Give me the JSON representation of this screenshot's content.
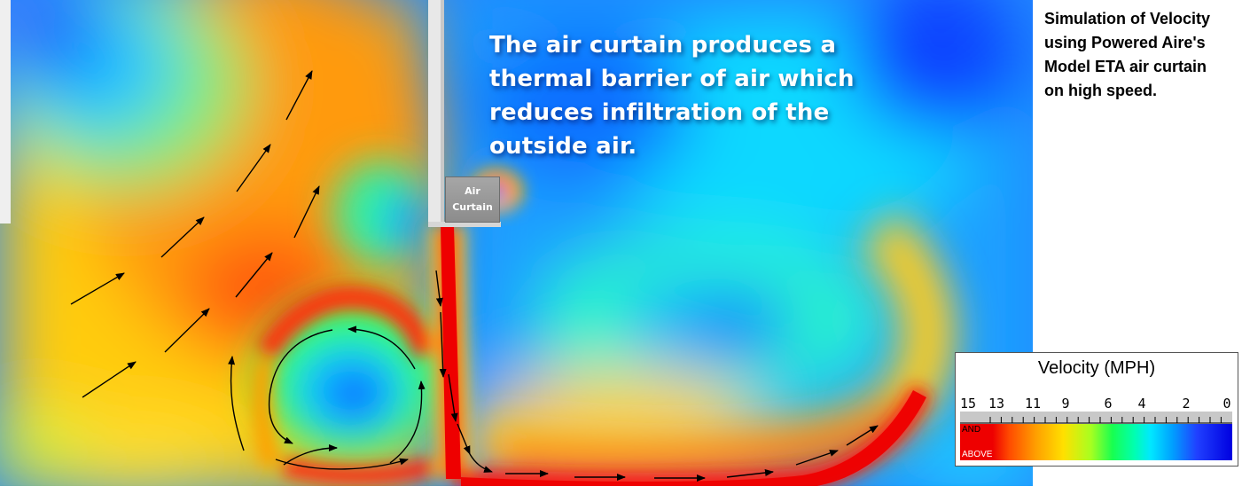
{
  "heading": "The air curtain produces a thermal barrier of air which reduces infiltration of the outside air.",
  "caption": "Simulation of Velocity using Powered Aire's Model ETA air curtain on high speed.",
  "air_curtain_label": "Air\nCurtain",
  "legend": {
    "title": "Velocity (MPH)",
    "ticks": [
      "15",
      "13",
      "11",
      "9",
      "6",
      "4",
      "2",
      "0"
    ],
    "max_label_top": "AND",
    "max_label_bottom": "ABOVE",
    "colors": [
      "#ee0000",
      "#ff8000",
      "#ffe000",
      "#40ff40",
      "#00e8ff",
      "#2040ff",
      "#0000e0"
    ]
  },
  "colors": {
    "high_velocity": "#ee0000",
    "low_velocity": "#0000e0",
    "wall": "#e8e8e8",
    "arrows": "#000000"
  }
}
